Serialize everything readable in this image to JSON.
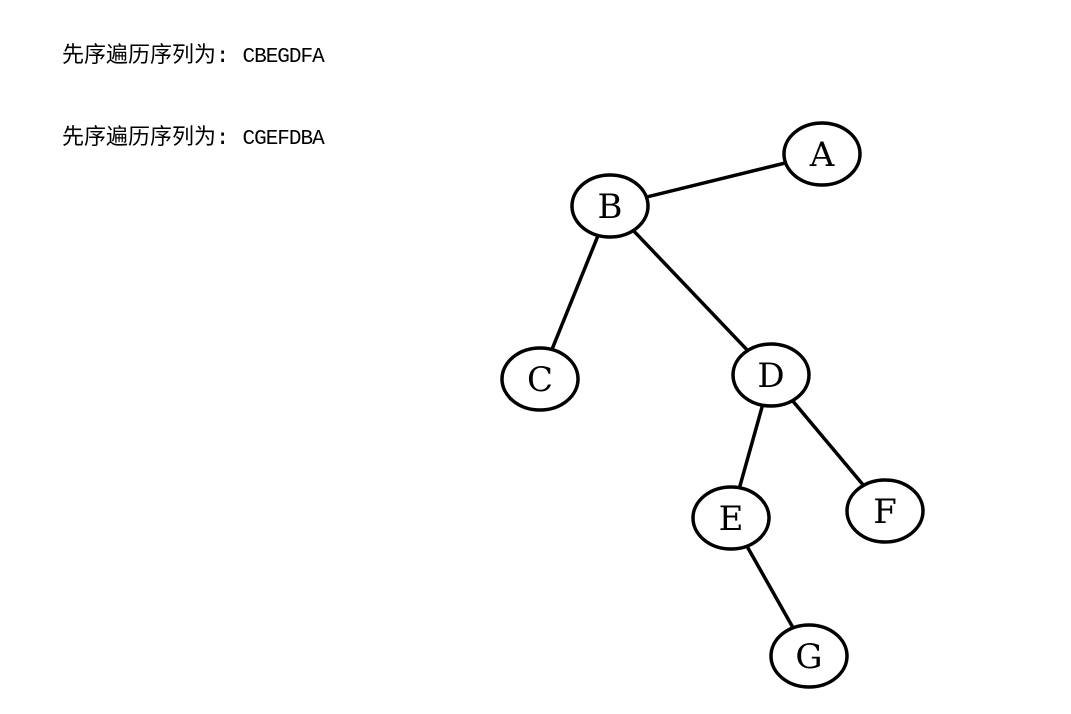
{
  "text_lines": [
    {
      "label": "先序遍历序列为:",
      "sequence": "CBEGDFA"
    },
    {
      "label": "先序遍历序列为:",
      "sequence": "CGEFDBA"
    }
  ],
  "tree": {
    "nodes": [
      {
        "id": "A",
        "label": "A"
      },
      {
        "id": "B",
        "label": "B"
      },
      {
        "id": "C",
        "label": "C"
      },
      {
        "id": "D",
        "label": "D"
      },
      {
        "id": "E",
        "label": "E"
      },
      {
        "id": "F",
        "label": "F"
      },
      {
        "id": "G",
        "label": "G"
      }
    ],
    "edges": [
      {
        "from": "A",
        "to": "B"
      },
      {
        "from": "B",
        "to": "C"
      },
      {
        "from": "B",
        "to": "D"
      },
      {
        "from": "D",
        "to": "E"
      },
      {
        "from": "D",
        "to": "F"
      },
      {
        "from": "E",
        "to": "G"
      }
    ]
  }
}
